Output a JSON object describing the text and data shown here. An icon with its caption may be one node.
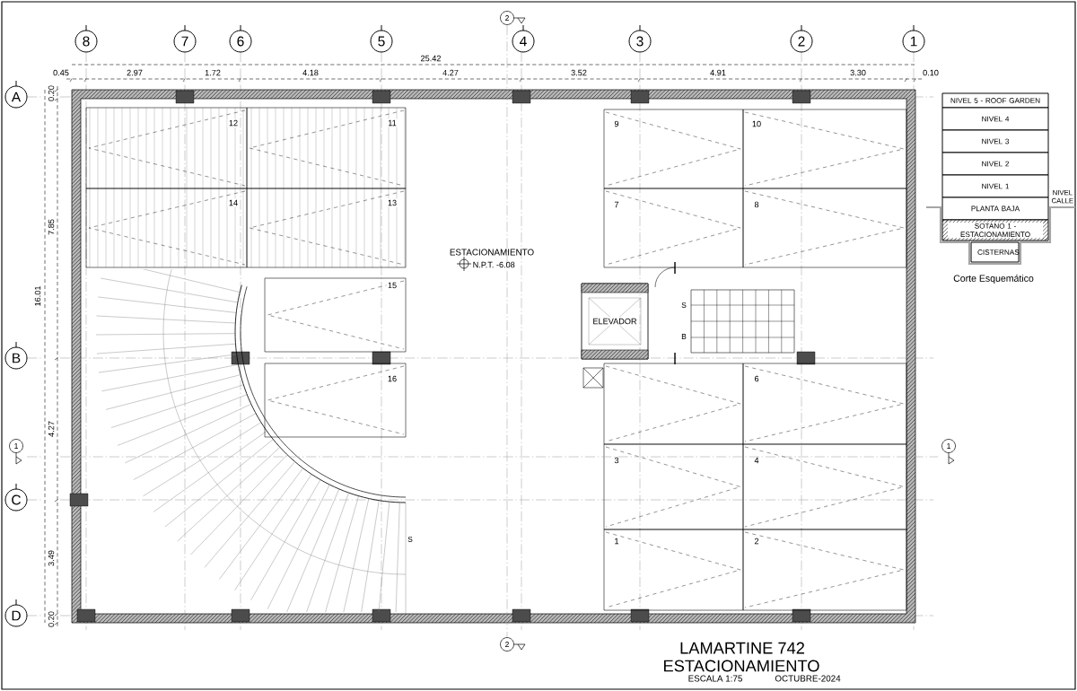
{
  "diagram": {
    "nodes": [
      {
        "text": [
          "2"
        ]
      },
      {
        "text": [
          "8"
        ]
      },
      {
        "text": [
          "7"
        ]
      },
      {
        "text": [
          "6"
        ]
      },
      {
        "text": [
          "5"
        ]
      },
      {
        "text": [
          "4"
        ]
      },
      {
        "text": [
          "3"
        ]
      },
      {
        "text": [
          "2"
        ]
      },
      {
        "text": [
          "1"
        ]
      },
      {
        "text": [
          "A"
        ]
      },
      {
        "text": [
          "B"
        ]
      },
      {
        "text": [
          "1"
        ]
      },
      {
        "text": [
          "1"
        ]
      },
      {
        "text": [
          "C"
        ]
      },
      {
        "text": [
          "D"
        ]
      },
      {
        "text": [
          "2"
        ]
      },
      {
        "text": [
          "12"
        ]
      },
      {
        "text": [
          "11"
        ]
      },
      {
        "text": [
          "9"
        ]
      },
      {
        "text": [
          "10"
        ]
      },
      {
        "text": [
          "14"
        ]
      },
      {
        "text": [
          "13"
        ]
      },
      {
        "text": [
          "7"
        ]
      },
      {
        "text": [
          "8"
        ]
      },
      {
        "text": [
          "15"
        ]
      },
      {
        "text": [
          "ELEVADOR"
        ]
      },
      {
        "text": [
          "16"
        ]
      },
      {
        "text": [
          "6"
        ]
      },
      {
        "text": [
          "3"
        ]
      },
      {
        "text": [
          "4"
        ]
      },
      {
        "text": [
          "1"
        ]
      },
      {
        "text": [
          "2"
        ]
      },
      {
        "text": [
          "NIVEL 5 - ROOF GARDEN"
        ]
      },
      {
        "text": [
          "NIVEL 4"
        ]
      },
      {
        "text": [
          "NIVEL 3"
        ]
      },
      {
        "text": [
          "NIVEL 2"
        ]
      },
      {
        "text": [
          "NIVEL 1"
        ]
      },
      {
        "text": [
          "PLANTA BAJA"
        ]
      },
      {
        "text": [
          "SOTANO 1 - ESTACIONAMIENTO"
        ]
      },
      {
        "text": [
          "CISTERNAS"
        ]
      },
      {
        "text": [],
        "shape": "box"
      }
    ],
    "edges": [
      {
        "from": 0,
        "to": 15,
        "arrow": "none",
        "style": "dashed"
      }
    ],
    "labels": [
      "25.42",
      "0.45",
      "2.97",
      "1.72",
      "4.18",
      "4.27",
      "3.52",
      "4.91",
      "3.30",
      "0.10",
      "0.20",
      "7.85",
      "16.01",
      "4.27",
      "3.49",
      "0.20",
      "ESTACIONAMIENTO",
      "N.P.T. -6.08",
      "S",
      "B",
      "S",
      "NIVEL CALLE",
      "Corte Esquemático",
      "LAMARTINE 742",
      "ESTACIONAMIENTO",
      "ESCALA 1:75",
      "OCTUBRE-2024"
    ]
  }
}
